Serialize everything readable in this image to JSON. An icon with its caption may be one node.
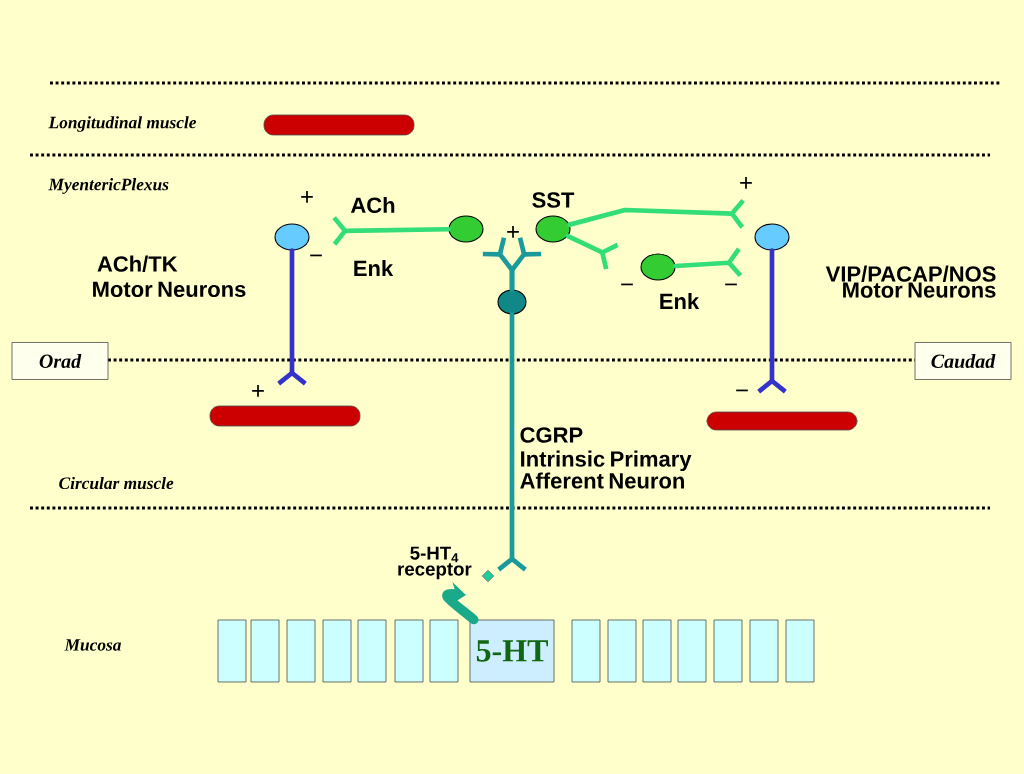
{
  "diagram": {
    "nodes": [
      {
        "text": [
          "Orad"
        ]
      },
      {
        "text": [
          "Caudad"
        ]
      },
      {
        "text": [],
        "shape": "bar",
        "beside": [
          "Longitudinal muscle"
        ]
      },
      {
        "text": [],
        "shape": "circle",
        "beside": [
          "ACh/TK Motor Neurons"
        ]
      },
      {
        "text": [],
        "shape": "circle"
      },
      {
        "text": [],
        "shape": "circle",
        "beside": [
          "SST"
        ]
      },
      {
        "text": [],
        "shape": "circle",
        "beside": [
          "VIP/PACAP/NOS Motor Neurons"
        ]
      },
      {
        "text": [],
        "shape": "circle",
        "beside": [
          "Enk"
        ]
      },
      {
        "text": [],
        "shape": "circle",
        "beside": [
          "CGRP",
          "Intrinsic Primary Afferent Neuron"
        ]
      },
      {
        "text": [],
        "shape": "bar",
        "beside": [
          "+"
        ]
      },
      {
        "text": [],
        "shape": "bar",
        "beside": [
          "−"
        ]
      },
      {
        "text": [],
        "shape": "diamond",
        "beside": [
          "5-HT$_{4}$ receptor"
        ]
      },
      {
        "text": [],
        "shape": "box"
      },
      {
        "text": [],
        "shape": "box"
      },
      {
        "text": [],
        "shape": "box"
      },
      {
        "text": [],
        "shape": "box"
      },
      {
        "text": [],
        "shape": "box"
      },
      {
        "text": [],
        "shape": "box"
      },
      {
        "text": [],
        "shape": "box"
      },
      {
        "text": [
          "5-HT"
        ]
      },
      {
        "text": [],
        "shape": "box"
      },
      {
        "text": [],
        "shape": "box"
      },
      {
        "text": [],
        "shape": "box"
      },
      {
        "text": [],
        "shape": "box"
      },
      {
        "text": [],
        "shape": "box"
      },
      {
        "text": [],
        "shape": "box"
      },
      {
        "text": [],
        "shape": "box"
      }
    ],
    "edges": [
      {
        "from": 4,
        "to": 3,
        "arrow": "other",
        "color": "#33dd77"
      },
      {
        "from": 5,
        "to": 6,
        "arrow": "other",
        "color": "#33dd77"
      },
      {
        "from": 5,
        "to": 7,
        "arrow": "other",
        "color": "#33dd77"
      },
      {
        "from": 7,
        "to": 6,
        "arrow": "other",
        "color": "#33dd77"
      },
      {
        "from": 8,
        "to": 4,
        "arrow": "other",
        "color": "#1a9a9a"
      },
      {
        "from": 8,
        "to": 5,
        "arrow": "other",
        "color": "#1a9a9a"
      },
      {
        "from": 3,
        "to": 9,
        "arrow": "other",
        "color": "#3333cc"
      },
      {
        "from": 6,
        "to": 10,
        "arrow": "other",
        "color": "#3333cc"
      },
      {
        "from": 8,
        "to": 11,
        "arrow": "other",
        "color": "#1a9a9a"
      },
      {
        "from": 19,
        "to": 11,
        "arrow": "to",
        "style": "thick",
        "color": "#1aaa8a"
      }
    ],
    "labels": [
      "MyentericPlexus",
      "+",
      "ACh",
      "−",
      "Enk",
      "+",
      "+",
      "−",
      "−",
      "Circular muscle",
      "Mucosa"
    ]
  }
}
